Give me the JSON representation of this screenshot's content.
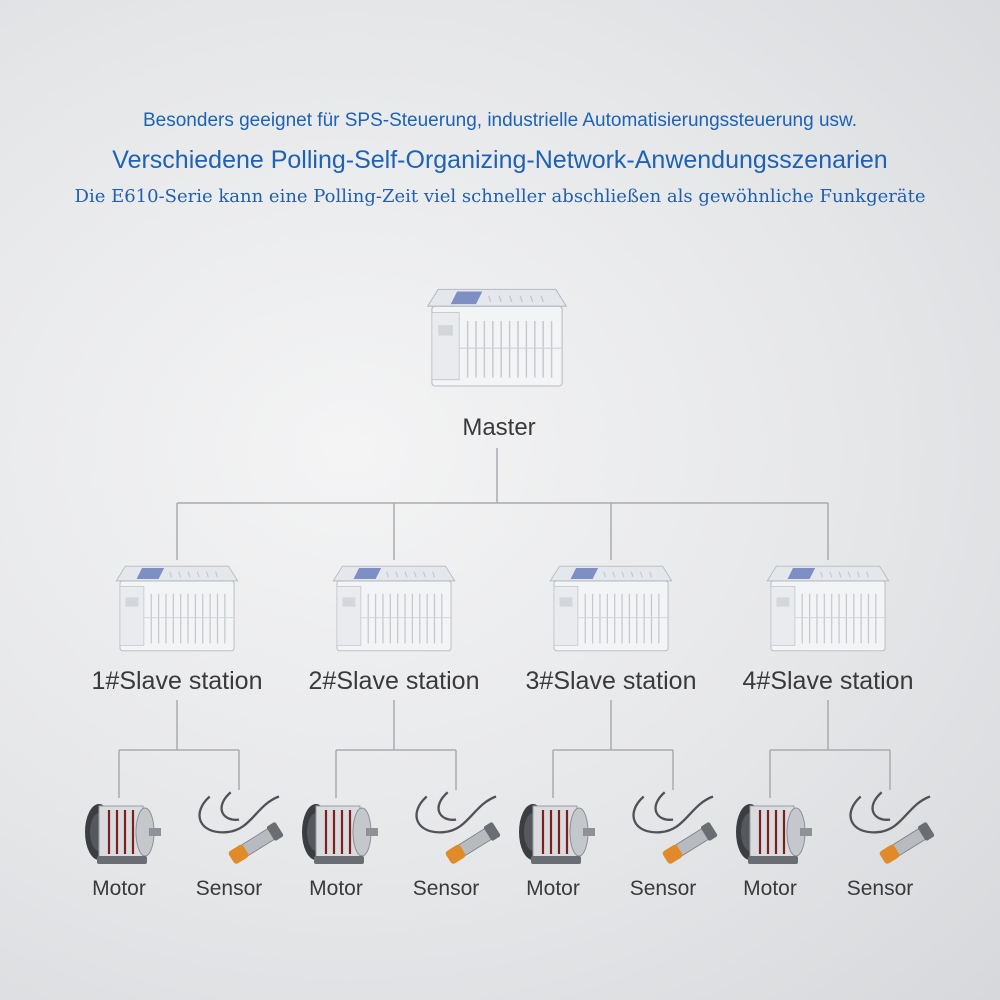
{
  "header": {
    "line1": "Besonders geeignet für SPS-Steuerung, industrielle Automatisierungssteuerung usw.",
    "line2": "Verschiedene Polling-Self-Organizing-Network-Anwendungsszenarien",
    "line3": "Die E610-Serie kann eine Polling-Zeit viel schneller abschließen als gewöhnliche Funkgeräte"
  },
  "master": {
    "label": "Master",
    "icon": "plc-controller-icon"
  },
  "slaves": [
    {
      "label": "1#Slave station",
      "devices": [
        {
          "label": "Motor",
          "icon": "motor-icon"
        },
        {
          "label": "Sensor",
          "icon": "sensor-icon"
        }
      ]
    },
    {
      "label": "2#Slave station",
      "devices": [
        {
          "label": "Motor",
          "icon": "motor-icon"
        },
        {
          "label": "Sensor",
          "icon": "sensor-icon"
        }
      ]
    },
    {
      "label": "3#Slave station",
      "devices": [
        {
          "label": "Motor",
          "icon": "motor-icon"
        },
        {
          "label": "Sensor",
          "icon": "sensor-icon"
        }
      ]
    },
    {
      "label": "4#Slave station",
      "devices": [
        {
          "label": "Motor",
          "icon": "motor-icon"
        },
        {
          "label": "Sensor",
          "icon": "sensor-icon"
        }
      ]
    }
  ],
  "colors": {
    "heading": "#1d62b4",
    "label": "#3a3a3a",
    "connector": "#a9abae",
    "plc_accent": "#7e8fc6",
    "sensor_cap": "#e08a2a"
  }
}
